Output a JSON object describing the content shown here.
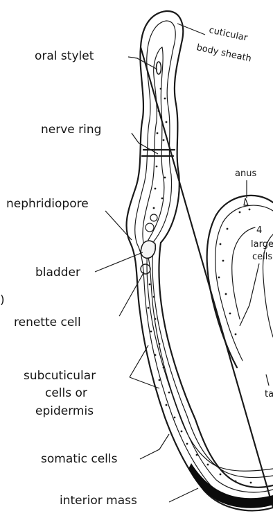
{
  "labels": {
    "oral_stylet": "oral stylet",
    "cuticular_body_sheath_line1": "cuticular",
    "cuticular_body_sheath_line2": "body sheath",
    "nerve_ring": "nerve ring",
    "nephridiopore": "nephridiopore",
    "bladder": "bladder",
    "renette_cell": "renette cell",
    "subcuticular_line1": "subcuticular",
    "subcuticular_line2": "cells or",
    "subcuticular_line3": "epidermis",
    "somatic_cells": "somatic cells",
    "interior_mass": "interior mass",
    "anus": "anus",
    "four_large_cells_line1": "4",
    "four_large_cells_line2": "large",
    "four_large_cells_line3": "cells",
    "tail_fragment": "ta",
    "panel_fragment": ")"
  },
  "colors": {
    "ink": "#1a1a1a",
    "background": "#ffffff",
    "interior_mass_fill": "#0c0c0c"
  }
}
